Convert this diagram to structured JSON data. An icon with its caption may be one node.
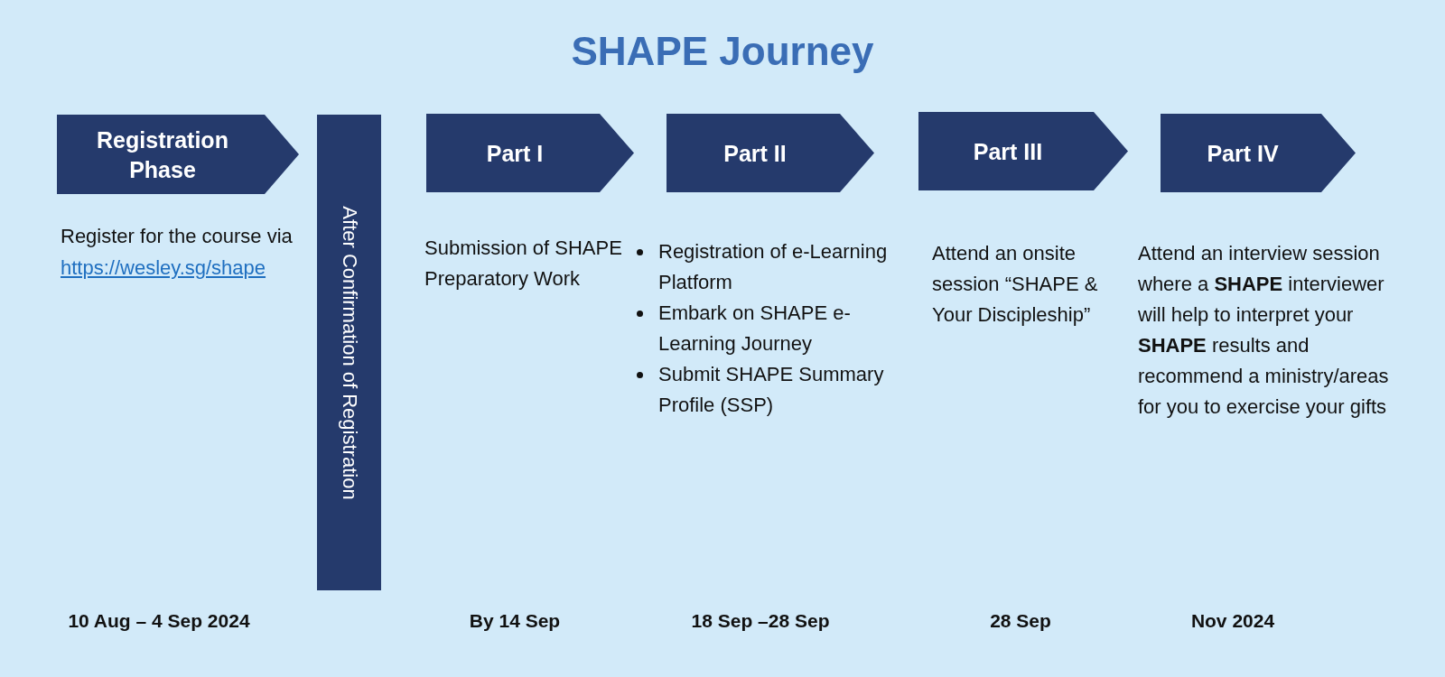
{
  "diagram": {
    "title": "SHAPE Journey",
    "nodes": [
      {
        "text": [
          "Registration Phase"
        ],
        "beside": [
          "Register for the course via",
          "https://wesley.sg/shape"
        ]
      },
      {
        "text": [
          "After Confirmation of Registration"
        ]
      },
      {
        "text": [
          "Part I"
        ],
        "beside": [
          "Submission of SHAPE Preparatory Work"
        ]
      },
      {
        "text": [
          "Part II"
        ],
        "beside": [
          "Registration of e-Learning Platform",
          "Embark on SHAPE e-Learning Journey",
          "Submit SHAPE Summary Profile (SSP)"
        ]
      },
      {
        "text": [
          "Part III"
        ],
        "beside": [
          "Attend an onsite session “SHAPE & Your Discipleship”"
        ]
      },
      {
        "text": [
          "Part IV"
        ],
        "beside": [
          "Attend an interview session where a **SHAPE** interviewer will help to interpret your **SHAPE** results and recommend a ministry/areas for you to exercise your gifts"
        ]
      }
    ],
    "labels": [
      "10 Aug – 4 Sep 2024",
      "By 14 Sep",
      "18 Sep –28 Sep",
      "28 Sep",
      "Nov 2024"
    ]
  }
}
